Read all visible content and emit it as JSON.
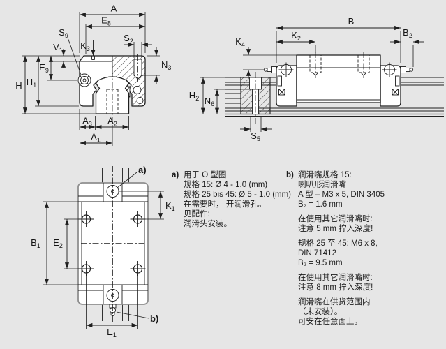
{
  "colors": {
    "background": "#e6e6e6",
    "ink": "#1f1f1f",
    "part_face": "#ffffff"
  },
  "dims": {
    "A": "A",
    "E8": [
      "E",
      "8"
    ],
    "S9": [
      "S",
      "9"
    ],
    "V1": [
      "V",
      "1"
    ],
    "K3": [
      "K",
      "3"
    ],
    "S2": [
      "S",
      "2"
    ],
    "N3": [
      "N",
      "3"
    ],
    "E9": [
      "E",
      "9"
    ],
    "H": "H",
    "H1": [
      "H",
      "1"
    ],
    "A3": [
      "A",
      "3"
    ],
    "A2": [
      "A",
      "2"
    ],
    "A1": [
      "A",
      "1"
    ],
    "B": "B",
    "K2": [
      "K",
      "2"
    ],
    "B2": [
      "B",
      "2"
    ],
    "K4": [
      "K",
      "4"
    ],
    "H2": [
      "H",
      "2"
    ],
    "N6": [
      "N",
      "6"
    ],
    "S5": [
      "S",
      "5"
    ],
    "K1": [
      "K",
      "1"
    ],
    "B1": [
      "B",
      "1"
    ],
    "E2": [
      "E",
      "2"
    ],
    "E1": [
      "E",
      "1"
    ],
    "refA": "a)",
    "refB": "b)"
  },
  "notes": {
    "a": {
      "ref": "a)",
      "lines": [
        "用于 O 型圈",
        "规格 15: Ø 4 - 1.0 (mm)",
        "规格 25 bis 45: Ø 5 - 1.0 (mm)",
        "在需要时， 开润滑孔。",
        "见配件:",
        "润滑头安装。"
      ]
    },
    "b": {
      "ref": "b)",
      "p1": [
        "润滑嘴规格 15:",
        "喇叭形润滑嘴",
        "A 型 – M3 x 5, DIN 3405",
        "B₂ = 1.6 mm"
      ],
      "p2": [
        "在使用其它润滑嘴时:",
        "注意 5 mm 拧入深度!"
      ],
      "p3": [
        "规格 25 至 45: M6 x 8,",
        "DIN 71412",
        "B₂ = 9.5 mm"
      ],
      "p4": [
        "在使用其它润滑嘴时:",
        "注意 8 mm 拧入深度!"
      ],
      "p5": [
        "润滑嘴在供货范围内",
        "（未安装）。",
        "可安在任意面上。"
      ]
    }
  }
}
